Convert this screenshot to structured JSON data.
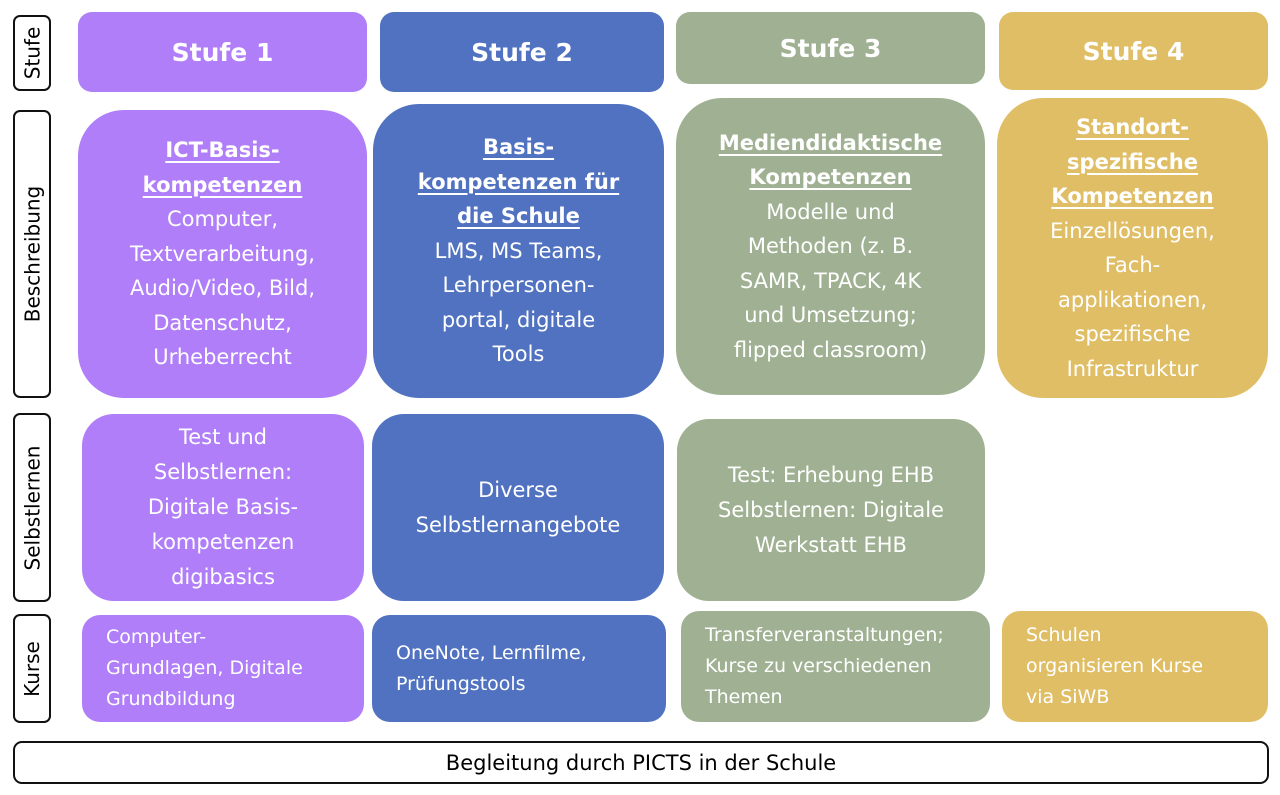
{
  "row_labels": {
    "stufe": "Stufe",
    "beschreibung": "Beschreibung",
    "selbstlernen": "Selbstlernen",
    "kurse": "Kurse"
  },
  "colors": {
    "stufe1": "#b07ef8",
    "stufe2": "#5072c0",
    "stufe3": "#9fb192",
    "stufe4": "#e0be66"
  },
  "stufen": [
    {
      "header": "Stufe 1",
      "description_title": [
        "ICT-Basis-",
        "kompetenzen"
      ],
      "description_body": [
        "Computer,",
        "Textverarbeitung,",
        "Audio/Video, Bild,",
        "Datenschutz,",
        "Urheberrecht"
      ],
      "selbstlernen": [
        "Test und",
        "Selbstlernen:",
        "Digitale Basis-",
        "kompetenzen",
        "digibasics"
      ],
      "kurse": [
        "Computer-",
        "Grundlagen, Digitale",
        "Grundbildung"
      ]
    },
    {
      "header": "Stufe 2",
      "description_title": [
        "Basis-",
        "kompetenzen für",
        "die Schule"
      ],
      "description_body": [
        "LMS, MS Teams,",
        "Lehrpersonen-",
        "portal, digitale",
        "Tools"
      ],
      "selbstlernen": [
        "Diverse",
        "Selbstlernangebote"
      ],
      "kurse": [
        "OneNote, Lernfilme,",
        "Prüfungstools"
      ]
    },
    {
      "header": "Stufe 3",
      "description_title": [
        "Mediendidaktische",
        "Kompetenzen"
      ],
      "description_body": [
        "Modelle und",
        "Methoden (z. B.",
        "SAMR, TPACK, 4K",
        "und Umsetzung;",
        "flipped classroom)"
      ],
      "selbstlernen": [
        "Test: Erhebung EHB",
        "Selbstlernen: Digitale",
        "Werkstatt EHB"
      ],
      "kurse": [
        "Transferveranstaltungen;",
        "Kurse zu verschiedenen",
        "Themen"
      ]
    },
    {
      "header": "Stufe 4",
      "description_title": [
        "Standort-",
        "spezifische",
        "Kompetenzen"
      ],
      "description_body": [
        "Einzellösungen,",
        "Fach-",
        "applikationen,",
        "spezifische",
        "Infrastruktur"
      ],
      "selbstlernen": [],
      "kurse": [
        "Schulen",
        "organisieren Kurse",
        "via SiWB"
      ]
    }
  ],
  "footer": "Begleitung durch PICTS in der Schule"
}
